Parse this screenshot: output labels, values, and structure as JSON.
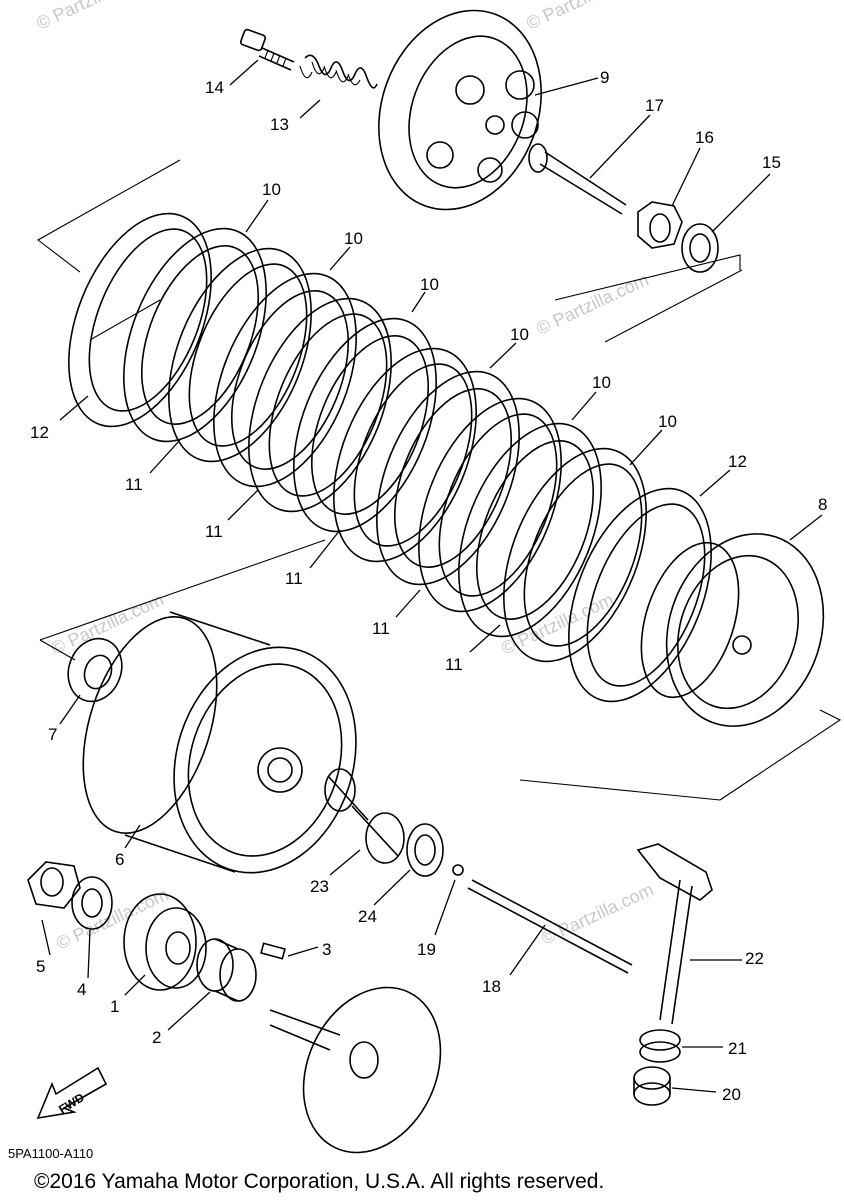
{
  "diagram": {
    "callouts": [
      {
        "label": "14",
        "part": "bolt-14"
      },
      {
        "label": "13",
        "part": "spring-13"
      },
      {
        "label": "9",
        "part": "pressure-plate-9"
      },
      {
        "label": "17",
        "part": "push-rod-17"
      },
      {
        "label": "16",
        "part": "nut-16"
      },
      {
        "label": "15",
        "part": "washer-15"
      },
      {
        "label": "10",
        "part": "friction-plate-10"
      },
      {
        "label": "10",
        "part": "friction-plate-10"
      },
      {
        "label": "10",
        "part": "friction-plate-10"
      },
      {
        "label": "10",
        "part": "friction-plate-10"
      },
      {
        "label": "10",
        "part": "friction-plate-10"
      },
      {
        "label": "10",
        "part": "friction-plate-10"
      },
      {
        "label": "12",
        "part": "friction-plate-12"
      },
      {
        "label": "12",
        "part": "friction-plate-12"
      },
      {
        "label": "11",
        "part": "clutch-plate-11"
      },
      {
        "label": "11",
        "part": "clutch-plate-11"
      },
      {
        "label": "11",
        "part": "clutch-plate-11"
      },
      {
        "label": "11",
        "part": "clutch-plate-11"
      },
      {
        "label": "11",
        "part": "clutch-plate-11"
      },
      {
        "label": "8",
        "part": "clutch-boss-8"
      },
      {
        "label": "7",
        "part": "thrust-washer-7"
      },
      {
        "label": "6",
        "part": "primary-driven-gear-6"
      },
      {
        "label": "23",
        "part": "spacer-23"
      },
      {
        "label": "24",
        "part": "washer-24"
      },
      {
        "label": "19",
        "part": "ball-19"
      },
      {
        "label": "22",
        "part": "push-lever-axle-22"
      },
      {
        "label": "5",
        "part": "nut-5"
      },
      {
        "label": "4",
        "part": "washer-4"
      },
      {
        "label": "3",
        "part": "key-3"
      },
      {
        "label": "1",
        "part": "primary-drive-gear-1"
      },
      {
        "label": "2",
        "part": "collar-2"
      },
      {
        "label": "18",
        "part": "push-rod-18"
      },
      {
        "label": "21",
        "part": "oil-seal-21"
      },
      {
        "label": "20",
        "part": "bearing-20"
      }
    ],
    "fwd_label": "FWD",
    "diagram_code": "5PA1100-A110",
    "watermark": "© Partzilla.com",
    "copyright": "©2016 Yamaha Motor Corporation, U.S.A. All rights reserved."
  }
}
